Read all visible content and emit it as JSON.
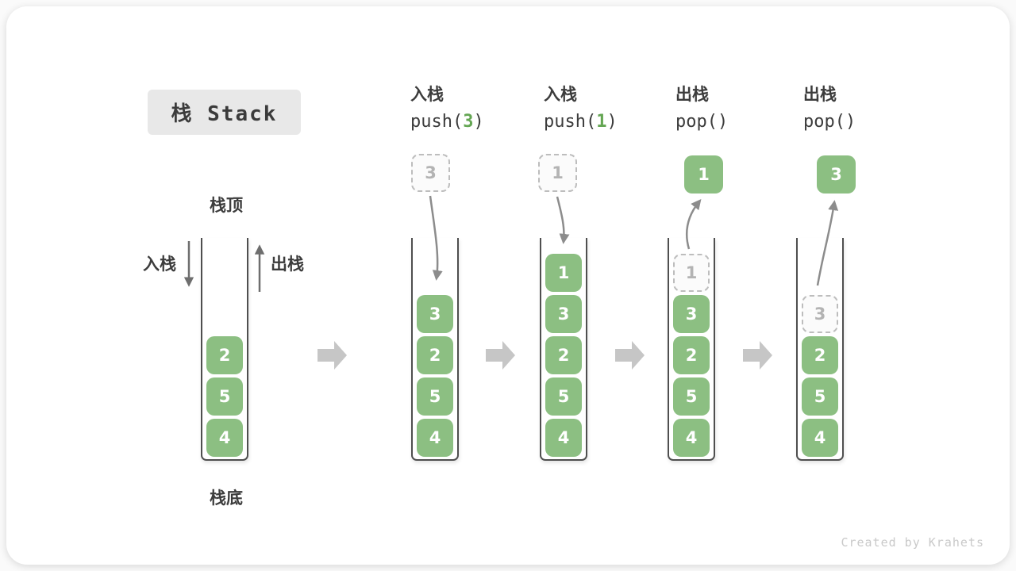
{
  "title": "栈 Stack",
  "side_labels": {
    "top": "栈顶",
    "bottom": "栈底",
    "push": "入栈",
    "pop": "出栈"
  },
  "operations": [
    {
      "label": "入栈",
      "code_pre": "push(",
      "code_arg": "3",
      "code_post": ")"
    },
    {
      "label": "入栈",
      "code_pre": "push(",
      "code_arg": "1",
      "code_post": ")"
    },
    {
      "label": "出栈",
      "code_pre": "pop(",
      "code_arg": "",
      "code_post": ")"
    },
    {
      "label": "出栈",
      "code_pre": "pop(",
      "code_arg": "",
      "code_post": ")"
    }
  ],
  "floating_blocks": [
    {
      "value": "3",
      "style": "ghost"
    },
    {
      "value": "1",
      "style": "ghost"
    },
    {
      "value": "1",
      "style": "solid"
    },
    {
      "value": "3",
      "style": "solid"
    }
  ],
  "stacks": [
    {
      "blocks": [
        {
          "value": "2",
          "style": "solid"
        },
        {
          "value": "5",
          "style": "solid"
        },
        {
          "value": "4",
          "style": "solid"
        }
      ]
    },
    {
      "blocks": [
        {
          "value": "3",
          "style": "solid"
        },
        {
          "value": "2",
          "style": "solid"
        },
        {
          "value": "5",
          "style": "solid"
        },
        {
          "value": "4",
          "style": "solid"
        }
      ]
    },
    {
      "blocks": [
        {
          "value": "1",
          "style": "solid"
        },
        {
          "value": "3",
          "style": "solid"
        },
        {
          "value": "2",
          "style": "solid"
        },
        {
          "value": "5",
          "style": "solid"
        },
        {
          "value": "4",
          "style": "solid"
        }
      ]
    },
    {
      "blocks": [
        {
          "value": "1",
          "style": "ghost"
        },
        {
          "value": "3",
          "style": "solid"
        },
        {
          "value": "2",
          "style": "solid"
        },
        {
          "value": "5",
          "style": "solid"
        },
        {
          "value": "4",
          "style": "solid"
        }
      ]
    },
    {
      "blocks": [
        {
          "value": "3",
          "style": "ghost"
        },
        {
          "value": "2",
          "style": "solid"
        },
        {
          "value": "5",
          "style": "solid"
        },
        {
          "value": "4",
          "style": "solid"
        }
      ]
    }
  ],
  "watermark": "Created by Krahets",
  "colors": {
    "block_green": "#8cbf82",
    "code_arg_green": "#64a653",
    "ghost_border": "#bdbdbd",
    "ghost_text": "#b3b3b3",
    "stack_wall": "#4f4f4f",
    "curved_arrow": "#8c8c8c",
    "flow_arrow": "#c6c6c6",
    "text_dark": "#3c3c3c",
    "title_bg": "#e8e8e8",
    "watermark_gray": "#c9c9c9"
  }
}
